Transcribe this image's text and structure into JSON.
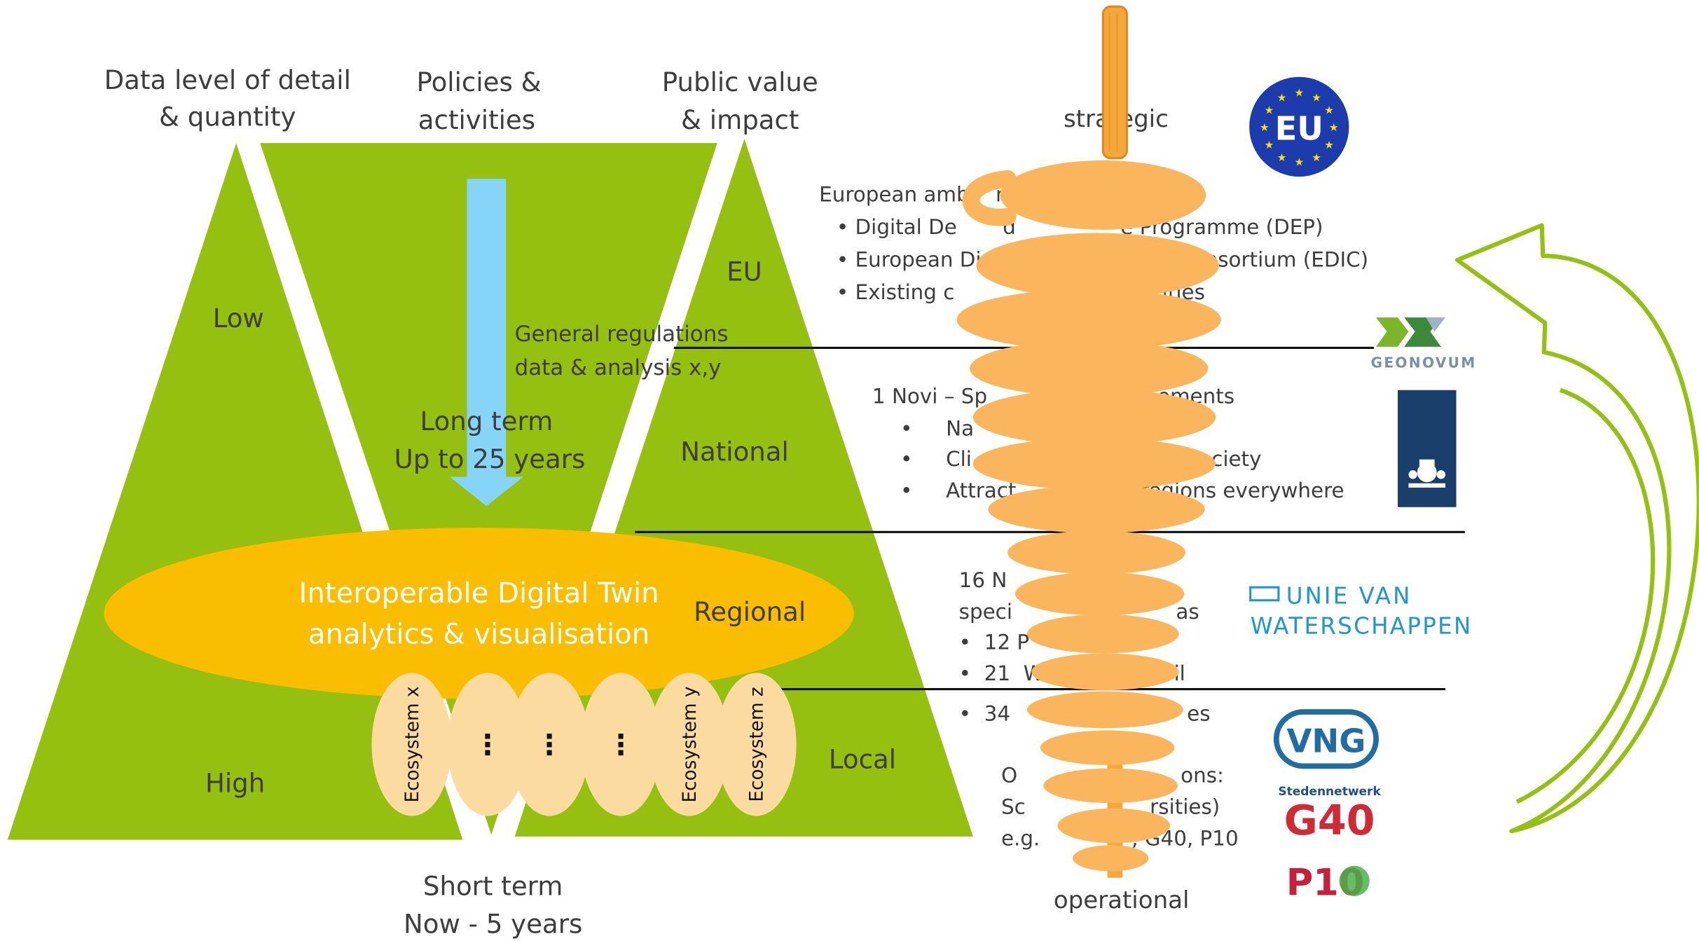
{
  "headers": {
    "detail": [
      "Data level of detail",
      "& quantity"
    ],
    "policies": [
      "Policies &",
      "activities"
    ],
    "value": [
      "Public value",
      "& impact"
    ],
    "strategic": "strategic",
    "operational": "operational"
  },
  "detail_levels": {
    "low": "Low",
    "high": "High"
  },
  "time": {
    "long": [
      "Long term",
      "Up to 25 years"
    ],
    "short": [
      "Short term",
      "Now - 5 years"
    ]
  },
  "scales": {
    "eu": "EU",
    "national": "National",
    "regional": "Regional",
    "local": "Local"
  },
  "general_regulations": [
    "General regulations",
    "data & analysis x,y"
  ],
  "twin": [
    "Interoperable Digital Twin",
    "analytics & visualisation"
  ],
  "ecosystems": [
    {
      "label": "Ecosystem x"
    },
    {
      "label": "⋮"
    },
    {
      "label": "⋮"
    },
    {
      "label": "⋮"
    },
    {
      "label": "Ecosystem y"
    },
    {
      "label": "Ecosystem z"
    }
  ],
  "eu_text": {
    "line1": "European amb    n an             ng",
    "bullets": [
      "• Digital De       d                e Programme (DEP)",
      "• European Dig                 acture Consortium (EDIC)",
      "• Existing c                              cities"
    ]
  },
  "national_text": {
    "line1": "1 Novi – Sp                          ements",
    "bullets": [
      {
        "dot": "•",
        "text": "Na        & a              re"
      },
      {
        "dot": "•",
        "text": "Cli                          ular society"
      },
      {
        "dot": "•",
        "text": "Attract                   regions everywhere"
      }
    ]
  },
  "regional_text": {
    "lines": [
      "16 N",
      "speci                         as"
    ],
    "bullets": [
      "•  12 P",
      "•  21  Wate               il",
      "•  34                           es"
    ]
  },
  "local_text": {
    "lines": [
      "O        er c           ons:",
      "Sc                   rsities)",
      "e.g.              , G40, P10"
    ]
  },
  "logos": {
    "eu": "EU",
    "geonovum": "GEONOVUM",
    "uvw": [
      "UNIE VAN",
      "WATERSCHAPPEN"
    ],
    "vng": "VNG",
    "g40_small": "Stedennetwerk",
    "g40": "G40",
    "p10": "P10"
  },
  "colors": {
    "green": "#95c00f",
    "ecosystem_light": "#fbdba0",
    "twin_ellipse": "#fabd00",
    "arrow_blue": "#86d4f8",
    "spiral": "#fbb65d",
    "eu_blue": "#1c3cae",
    "rijks_blue": "#1b3f6b",
    "vng_blue": "#1f6da3",
    "g40_red": "#d02b35"
  }
}
